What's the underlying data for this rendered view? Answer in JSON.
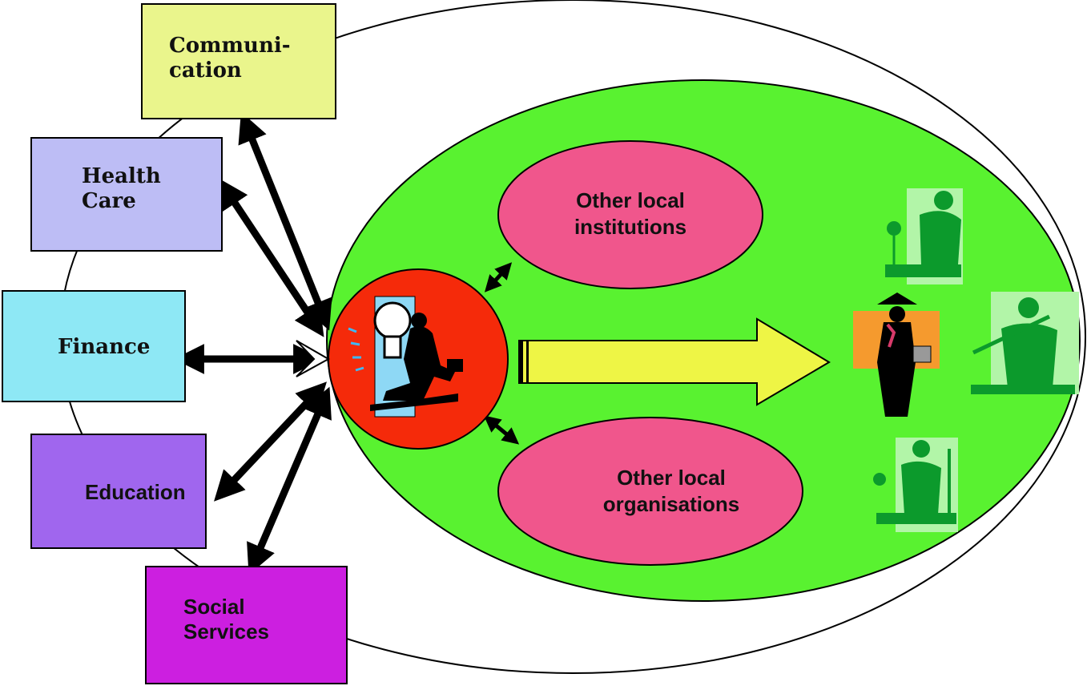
{
  "sectors": {
    "communication": "Communi-\ncation",
    "health_care": "Health\nCare",
    "finance": "Finance",
    "education": "Education",
    "social_services": "Social\nServices"
  },
  "inner": {
    "institutions": "Other local\ninstitutions",
    "organisations": "Other local\norganisations"
  },
  "colors": {
    "communication": "#eaf58c",
    "health_care": "#bdbdf5",
    "finance": "#8ee8f5",
    "education": "#a066ee",
    "social_services": "#cc1fe0",
    "green_field": "#59f230",
    "pink": "#f0568c",
    "red": "#f52a0a",
    "arrow_yellow": "#eef545"
  },
  "icons": {
    "entrepreneur": "entrepreneur-lightbulb-icon",
    "farmer_woman": "farmer-woman-icon",
    "farmers": [
      "farmer-watering-icon",
      "farmer-raking-icon",
      "farmer-pitchfork-icon"
    ]
  }
}
